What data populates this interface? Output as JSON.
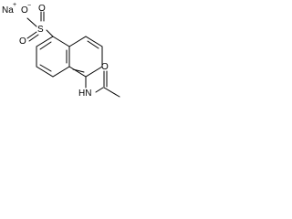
{
  "molecule": {
    "atoms": {
      "sodium": "Na",
      "oxygen_anion": "O",
      "sulfur": "S",
      "oxygen_1": "O",
      "oxygen_2": "O",
      "nitrogen_hydrogen": "HN",
      "carbonyl_oxygen": "O"
    },
    "charges": {
      "sodium_charge": "+",
      "oxygen_charge": "−"
    }
  }
}
